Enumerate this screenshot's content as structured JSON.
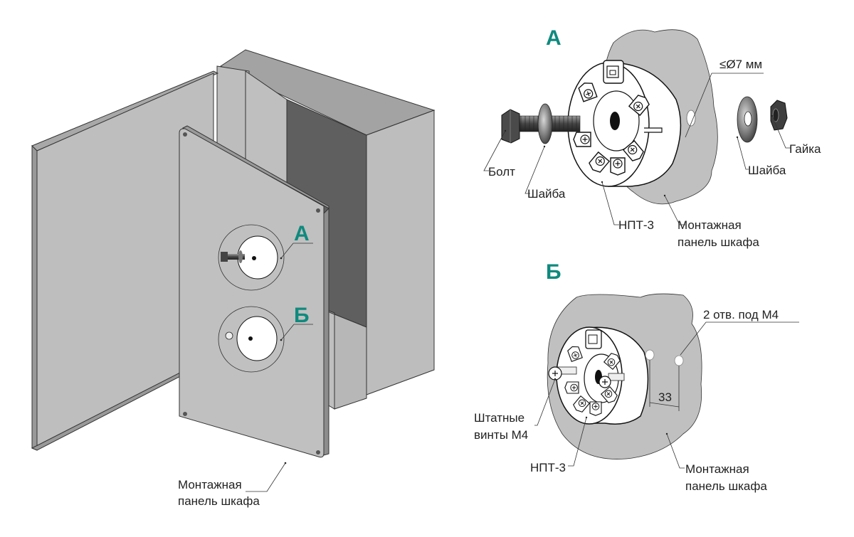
{
  "colors": {
    "accent": "#0f8a7e",
    "panel": "#c0c0c0",
    "cabinet_side": "#a9a9a9",
    "cabinet_top": "#a0a0a0",
    "cabinet_inside": "#5f5f5f",
    "device": "#ffffff",
    "text": "#222222"
  },
  "overview": {
    "callout_a": "А",
    "callout_b": "Б",
    "panel_label_line1": "Монтажная",
    "panel_label_line2": "панель шкафа"
  },
  "detail_a": {
    "title": "А",
    "hole_label": "≤Ø7 мм",
    "bolt_label": "Болт",
    "washer_left_label": "Шайба",
    "device_label": "НПТ-3",
    "panel_label_line1": "Монтажная",
    "panel_label_line2": "панель шкафа",
    "washer_right_label": "Шайба",
    "nut_label": "Гайка"
  },
  "detail_b": {
    "title": "Б",
    "holes_label": "2 отв. под М4",
    "dimension": "33",
    "screws_label_line1": "Штатные",
    "screws_label_line2": "винты М4",
    "device_label": "НПТ-3",
    "panel_label_line1": "Монтажная",
    "panel_label_line2": "панель шкафа"
  }
}
